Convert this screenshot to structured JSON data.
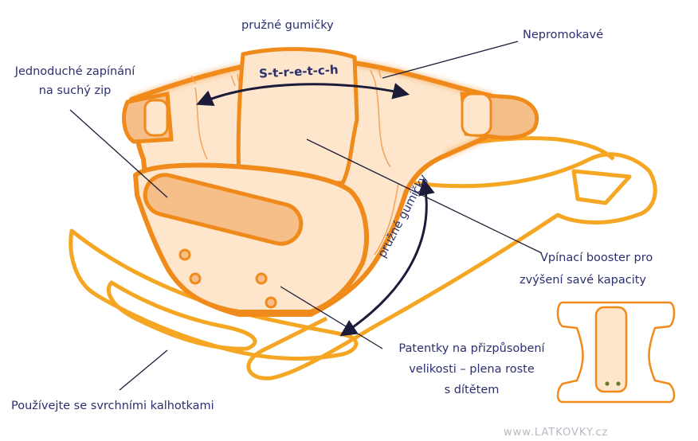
{
  "labels": {
    "top_elastics": "pružné gumičky",
    "waterproof": "Nepromokavé",
    "velcro_line1": "Jednoduché zapínání",
    "velcro_line2": "na suchý zip",
    "stretch": "S-t-r-e-t-c-h",
    "side_elastics": "pružné gumičky",
    "booster_line1": "Vpínací booster pro",
    "booster_line2": "zvýšení savé kapacity",
    "snaps_line1": "Patentky na přizpůsobení",
    "snaps_line2": "velikosti – plena roste",
    "snaps_line3": "s dítětem",
    "overpants": "Používejte se svrchními kalhotkami"
  },
  "watermark": "www.LATKOVKY.cz",
  "colors": {
    "outline": "#f08a1a",
    "fill_light": "#fde6cc",
    "fill_mid": "#f6bf8a",
    "text": "#2b2f6e"
  }
}
